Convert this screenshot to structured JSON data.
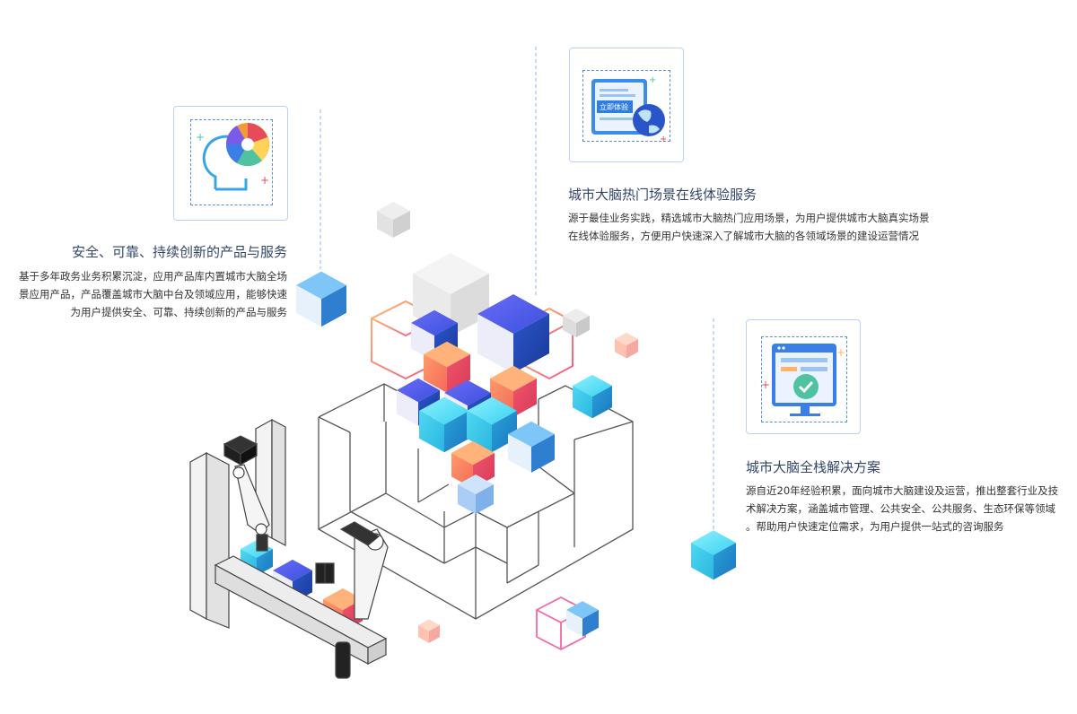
{
  "features": [
    {
      "title": "安全、可靠、持续创新的产品与服务",
      "lines": [
        "基于多年政务业务积累沉淀，应用产品库内置城市大脑全场",
        "景应用产品，产品覆盖城市大脑中台及领域应用，能够快速",
        "为用户提供安全、可靠、持续创新的产品与服务"
      ],
      "icon": "head-chart-icon"
    },
    {
      "title": "城市大脑热门场景在线体验服务",
      "lines": [
        "源于最佳业务实践，精选城市大脑热门应用场景，为用户提供城市大脑真实场景",
        "在线体验服务，方便用户快速深入了解城市大脑的各领域场景的建设运营情况"
      ],
      "icon": "document-globe-icon",
      "badge": "立即体验"
    },
    {
      "title": "城市大脑全栈解决方案",
      "lines": [
        "源自近20年经验积累，面向城市大脑建设及运营，推出整套行业及技",
        "术解决方案，涵盖城市管理、公共安全、公共服务、生态环保等领域",
        "。帮助用户快速定位需求，为用户提供一站式的咨询服务"
      ],
      "icon": "monitor-check-icon"
    }
  ],
  "colors": {
    "accent": "#3b7de0",
    "title": "#33466a",
    "border": "#b9d3f2"
  }
}
